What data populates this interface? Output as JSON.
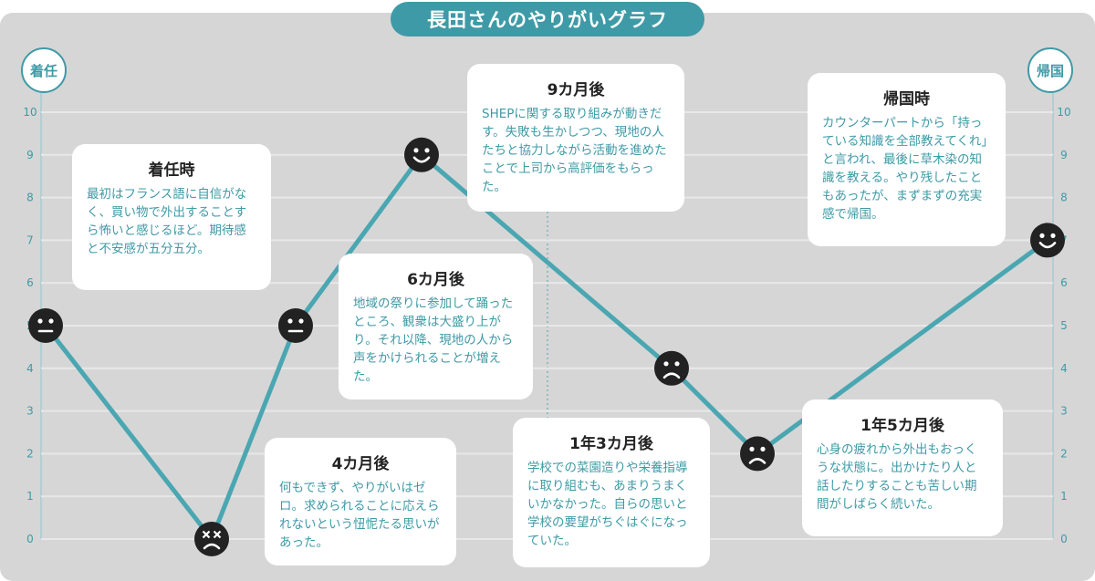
{
  "chart_data": {
    "type": "line",
    "title": "長田さんのやりがいグラフ",
    "start_label": "着任",
    "end_label": "帰国",
    "ylim": [
      0,
      10
    ],
    "yticks": [
      "0",
      "1",
      "2",
      "3",
      "4",
      "5",
      "6",
      "7",
      "8",
      "9",
      "10"
    ],
    "grid": true,
    "line_color": "#4aa7b2",
    "face_color": "#222222",
    "points": [
      {
        "value": 5,
        "mood": "neutral"
      },
      {
        "value": 0,
        "mood": "dizzy"
      },
      {
        "value": 5,
        "mood": "neutral"
      },
      {
        "value": 9,
        "mood": "happy"
      },
      {
        "value": 4,
        "mood": "sad"
      },
      {
        "value": 2,
        "mood": "sad"
      },
      {
        "value": 7,
        "mood": "happy"
      }
    ],
    "annotations": [
      {
        "title": "着任時",
        "text": "最初はフランス語に自信がなく、買い物で外出することすら怖いと感じるほど。期待感と不安感が五分五分。"
      },
      {
        "title": "4カ月後",
        "text": "何もできず、やりがいはゼロ。求められることに応えられないという忸怩たる思いがあった。"
      },
      {
        "title": "6カ月後",
        "text": "地域の祭りに参加して踊ったところ、観衆は大盛り上がり。それ以降、現地の人から声をかけられることが増えた。"
      },
      {
        "title": "9カ月後",
        "text": "SHEPに関する取り組みが動きだす。失敗も生かしつつ、現地の人たちと協力しながら活動を進めたことで上司から高評価をもらった。"
      },
      {
        "title": "1年3カ月後",
        "text": "学校での菜園造りや栄養指導に取り組むも、あまりうまくいかなかった。自らの思いと学校の要望がちぐはぐになっていた。"
      },
      {
        "title": "1年5カ月後",
        "text": "心身の疲れから外出もおっくうな状態に。出かけたり人と話したりすることも苦しい期間がしばらく続いた。"
      },
      {
        "title": "帰国時",
        "text": "カウンターパートから「持っている知識を全部教えてくれ」と言われ、最後に草木染の知識を教える。やり残したこともあったが、まずまずの充実感で帰国。"
      }
    ]
  }
}
